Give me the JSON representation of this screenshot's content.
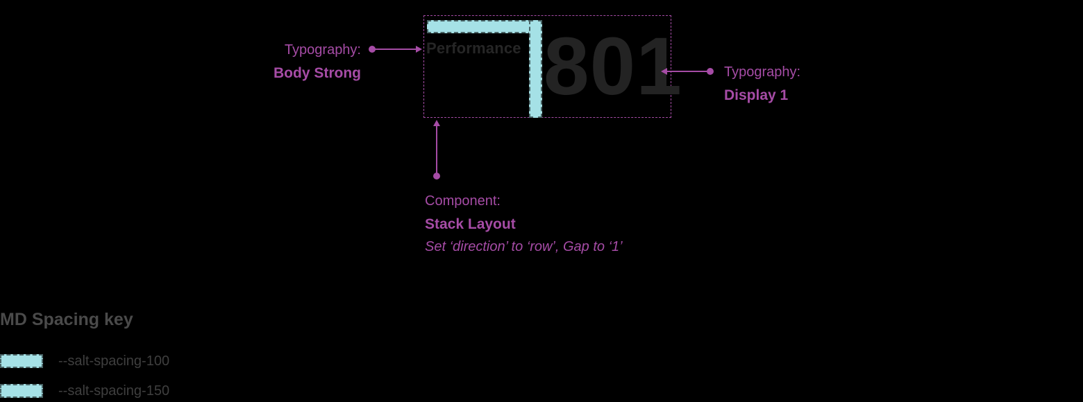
{
  "component": {
    "label": "Performance",
    "value": "801"
  },
  "annotations": {
    "typography_left": {
      "prefix": "Typography:",
      "value": "Body Strong"
    },
    "typography_right": {
      "prefix": "Typography:",
      "value": "Display 1"
    },
    "component_note": {
      "prefix": "Component:",
      "value": "Stack Layout",
      "detail": "Set ‘direction’ to ‘row’, Gap to ‘1’"
    }
  },
  "legend": {
    "title": "MD Spacing key",
    "items": [
      {
        "token": "--salt-spacing-100"
      },
      {
        "token": "--salt-spacing-150"
      }
    ]
  },
  "colors": {
    "annotation_purple": "#a64ca6",
    "spacing_teal": "#a5e1e6",
    "component_text": "#262626",
    "legend_text": "#3f3f3f"
  }
}
